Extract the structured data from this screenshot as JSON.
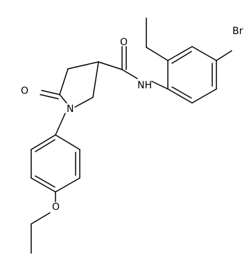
{
  "molecule": {
    "atom_labels": {
      "bromine": "Br",
      "carbonyl_oxygen_amide": "O",
      "carbonyl_oxygen_lactam": "O",
      "amide_nitrogen": "NH",
      "ring_nitrogen": "N",
      "ether_oxygen": "O"
    }
  },
  "colors": {
    "bond": "#000000",
    "background": "#ffffff"
  }
}
